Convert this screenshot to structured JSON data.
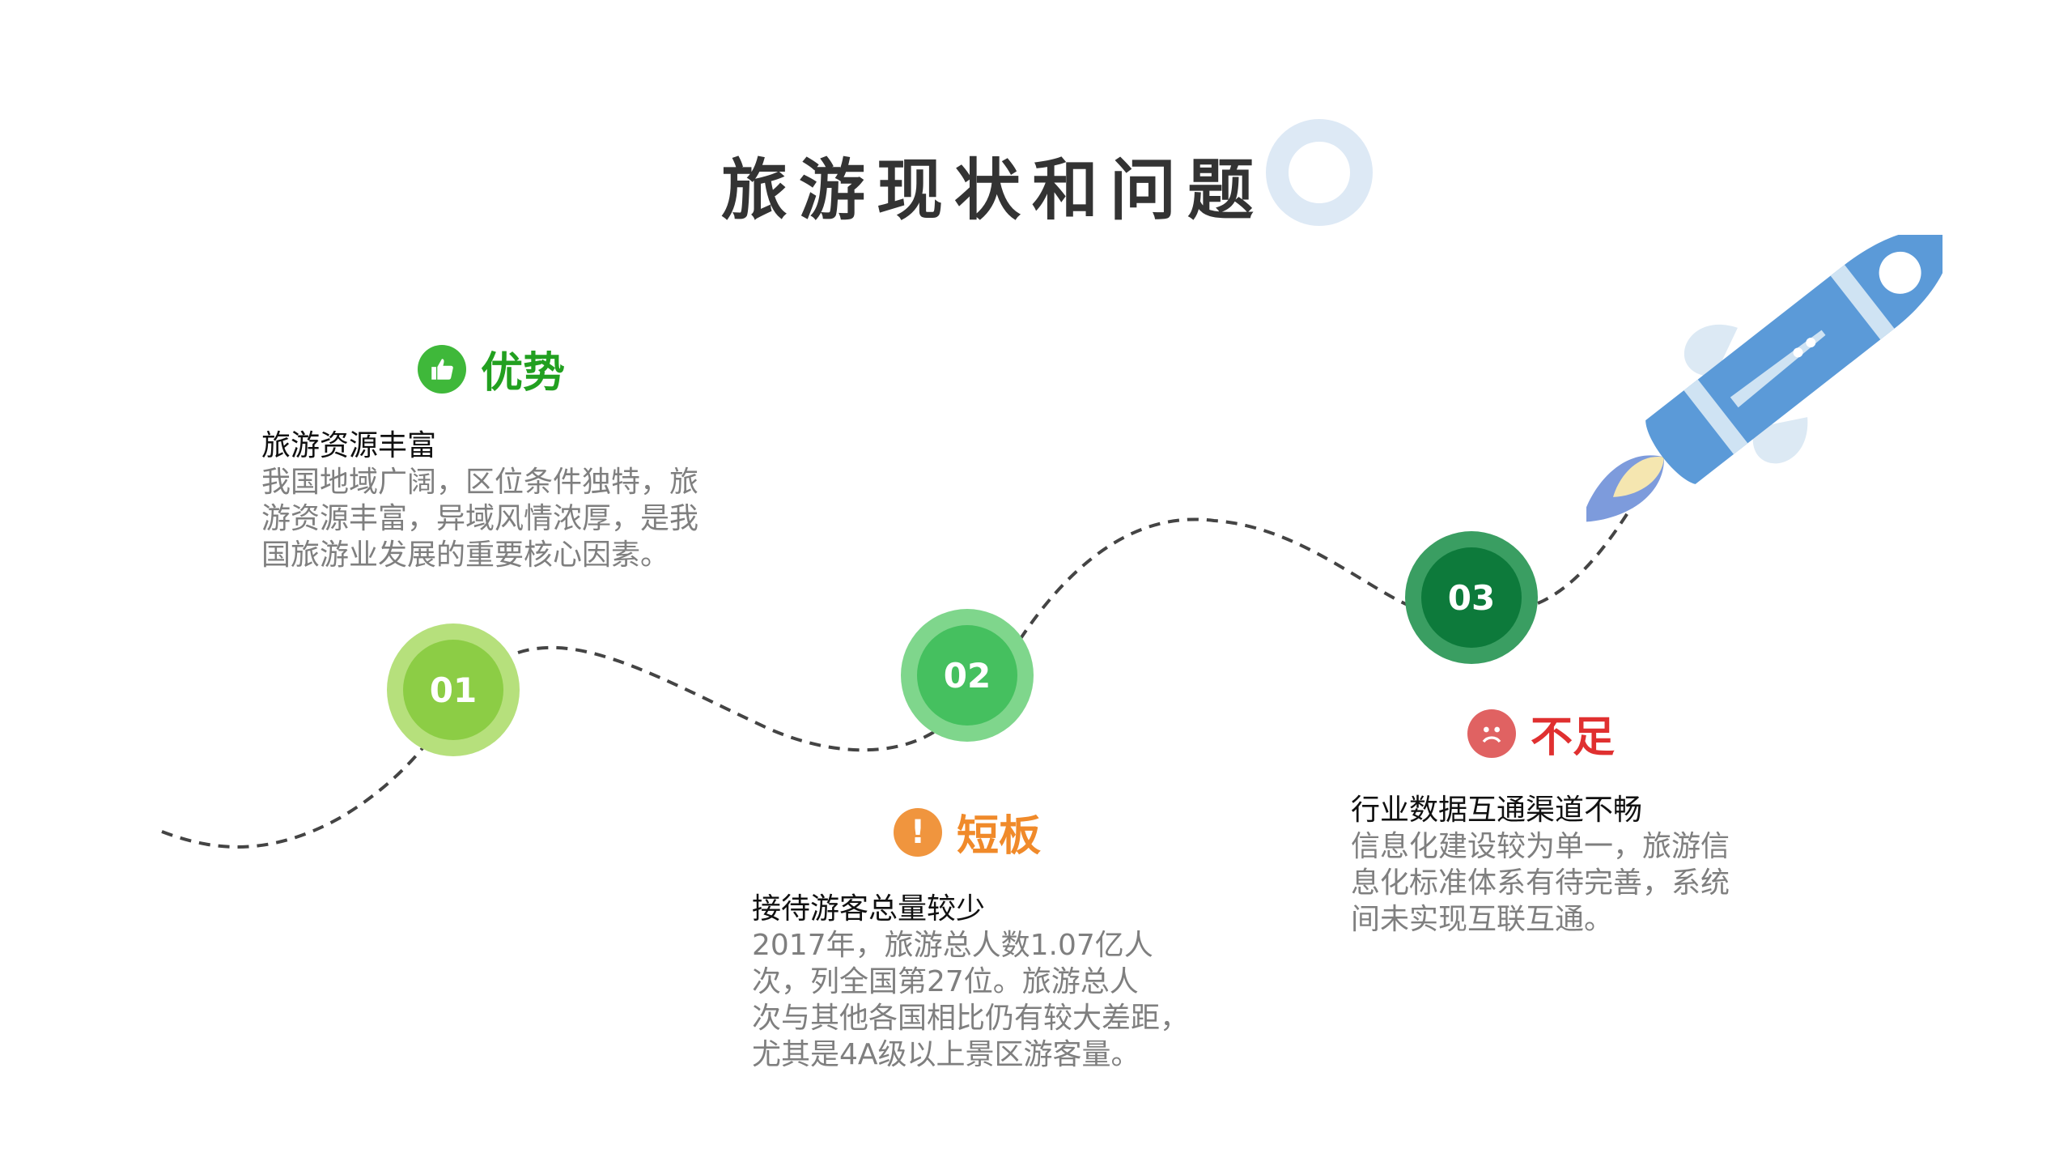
{
  "title": "旅游现状和问题",
  "nodes": [
    "01",
    "02",
    "03"
  ],
  "sections": [
    {
      "heading": "优势",
      "icon": "thumbs-up-icon",
      "color": "#22a020",
      "title": "旅游资源丰富",
      "lines": [
        "我国地域广阔，区位条件独特，旅",
        "游资源丰富，异域风情浓厚，是我",
        "国旅游业发展的重要核心因素。"
      ]
    },
    {
      "heading": "短板",
      "icon": "exclamation-icon",
      "color": "#f08a2a",
      "title": "接待游客总量较少",
      "lines": [
        "2017年，旅游总人数1.07亿人",
        "次，列全国第27位。旅游总人",
        "次与其他各国相比仍有较大差距，",
        "尤其是4A级以上景区游客量。"
      ]
    },
    {
      "heading": "不足",
      "icon": "sad-face-icon",
      "color": "#e03030",
      "title": "行业数据互通渠道不畅",
      "lines": [
        "信息化建设较为单一，旅游信",
        "息化标准体系有待完善，系统",
        "间未实现互联互通。"
      ]
    }
  ]
}
